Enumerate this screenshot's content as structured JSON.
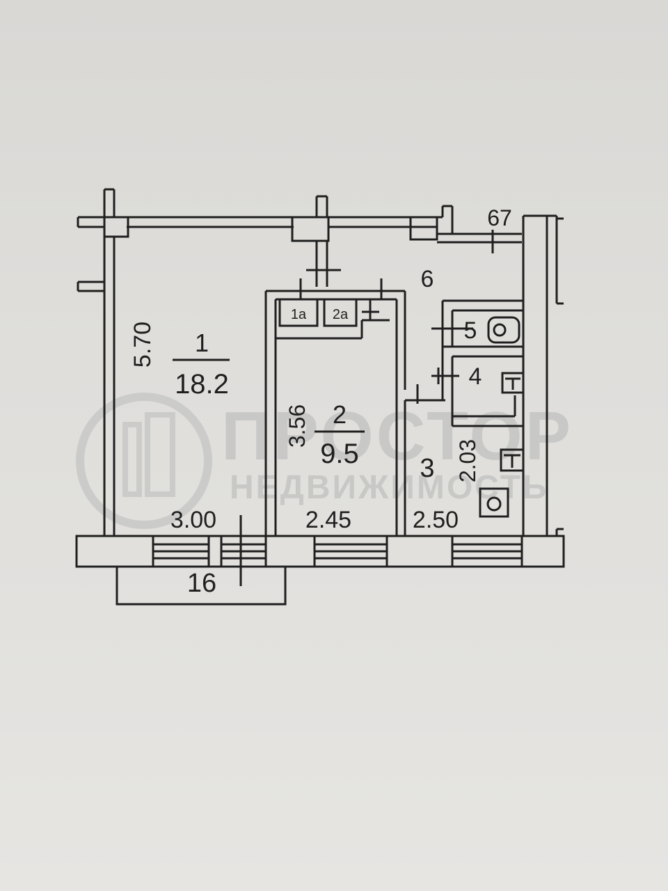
{
  "rooms": [
    {
      "id": "1",
      "area": "18.2"
    },
    {
      "id": "2",
      "area": "9.5"
    },
    {
      "id": "3"
    },
    {
      "id": "4"
    },
    {
      "id": "5"
    },
    {
      "id": "6"
    },
    {
      "id": "1a"
    },
    {
      "id": "2a"
    },
    {
      "id": "16"
    }
  ],
  "dimensions": {
    "room1_height": "5.70",
    "room1_width": "3.00",
    "room2_height": "3.56",
    "room2_width": "2.45",
    "room3_height": "2.03",
    "room3_width": "2.50",
    "apartment_number": "67"
  },
  "watermark": {
    "brand": "ПРОСТОР",
    "subtitle": "НЕДВИЖИМОСТЬ"
  },
  "colors": {
    "ink": "#1f1f1f",
    "paper": "#dedddA",
    "watermark": "#c8c8c6"
  }
}
